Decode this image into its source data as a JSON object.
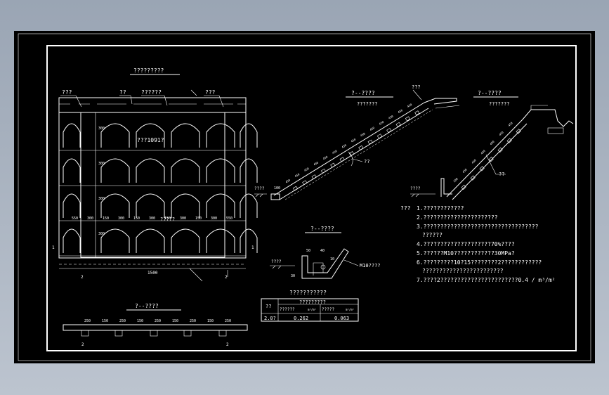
{
  "elevation": {
    "title": "?????????",
    "callouts": [
      "???",
      "??",
      "??????",
      "???"
    ],
    "arch_label": "???1091?",
    "cell_label": "?????",
    "width_dim": "1500",
    "spacing_dims": [
      "550",
      "300",
      "150",
      "300",
      "150",
      "300",
      "150",
      "300",
      "150",
      "300",
      "550"
    ],
    "height_dims": [
      "300",
      "300",
      "300",
      "300"
    ],
    "section_marks": [
      "1",
      "1"
    ],
    "side_marks": [
      "2",
      "2"
    ]
  },
  "section_11": {
    "title": "?--????",
    "subtitle": "???????",
    "top_label": "???",
    "toe_label": "????",
    "toe_dim": "100",
    "angle_label": "??",
    "along_dims": [
      "450",
      "450",
      "450",
      "450",
      "450",
      "450",
      "450",
      "450",
      "450",
      "450",
      "450",
      "450",
      "450",
      "450"
    ]
  },
  "section_22": {
    "title": "?--????",
    "subtitle": "???????",
    "toe_label": "????",
    "angle_label": "??",
    "along_dims": [
      "100",
      "450",
      "450",
      "450",
      "450",
      "450",
      "450"
    ]
  },
  "section_33": {
    "title": "?--????",
    "left_label": "????",
    "material_label": "M10????",
    "dims": [
      "50",
      "40",
      "10",
      "30"
    ]
  },
  "plan_strip": {
    "title": "?--????",
    "dims": [
      "250",
      "150",
      "250",
      "150",
      "250",
      "150",
      "250",
      "150",
      "250"
    ]
  },
  "quantity_table": {
    "title": "???????????",
    "headers": [
      "??",
      "?????????",
      "??????",
      "?????",
      "m³/m²",
      "m³/m²"
    ],
    "row": [
      "2.0?",
      "0.262",
      "0.063"
    ]
  },
  "notes": {
    "heading": "???",
    "items": [
      "1.????????????",
      "2.??????????????????????",
      "3.??????????????????????????????????",
      "??????",
      "4.????????????????????70%????",
      "5.??????M10????????????30MPa?",
      "6.?????????10?15????????2????????????",
      "????????????????????????",
      "7.????2???????????????????????0.4  /  m³/m²"
    ]
  }
}
